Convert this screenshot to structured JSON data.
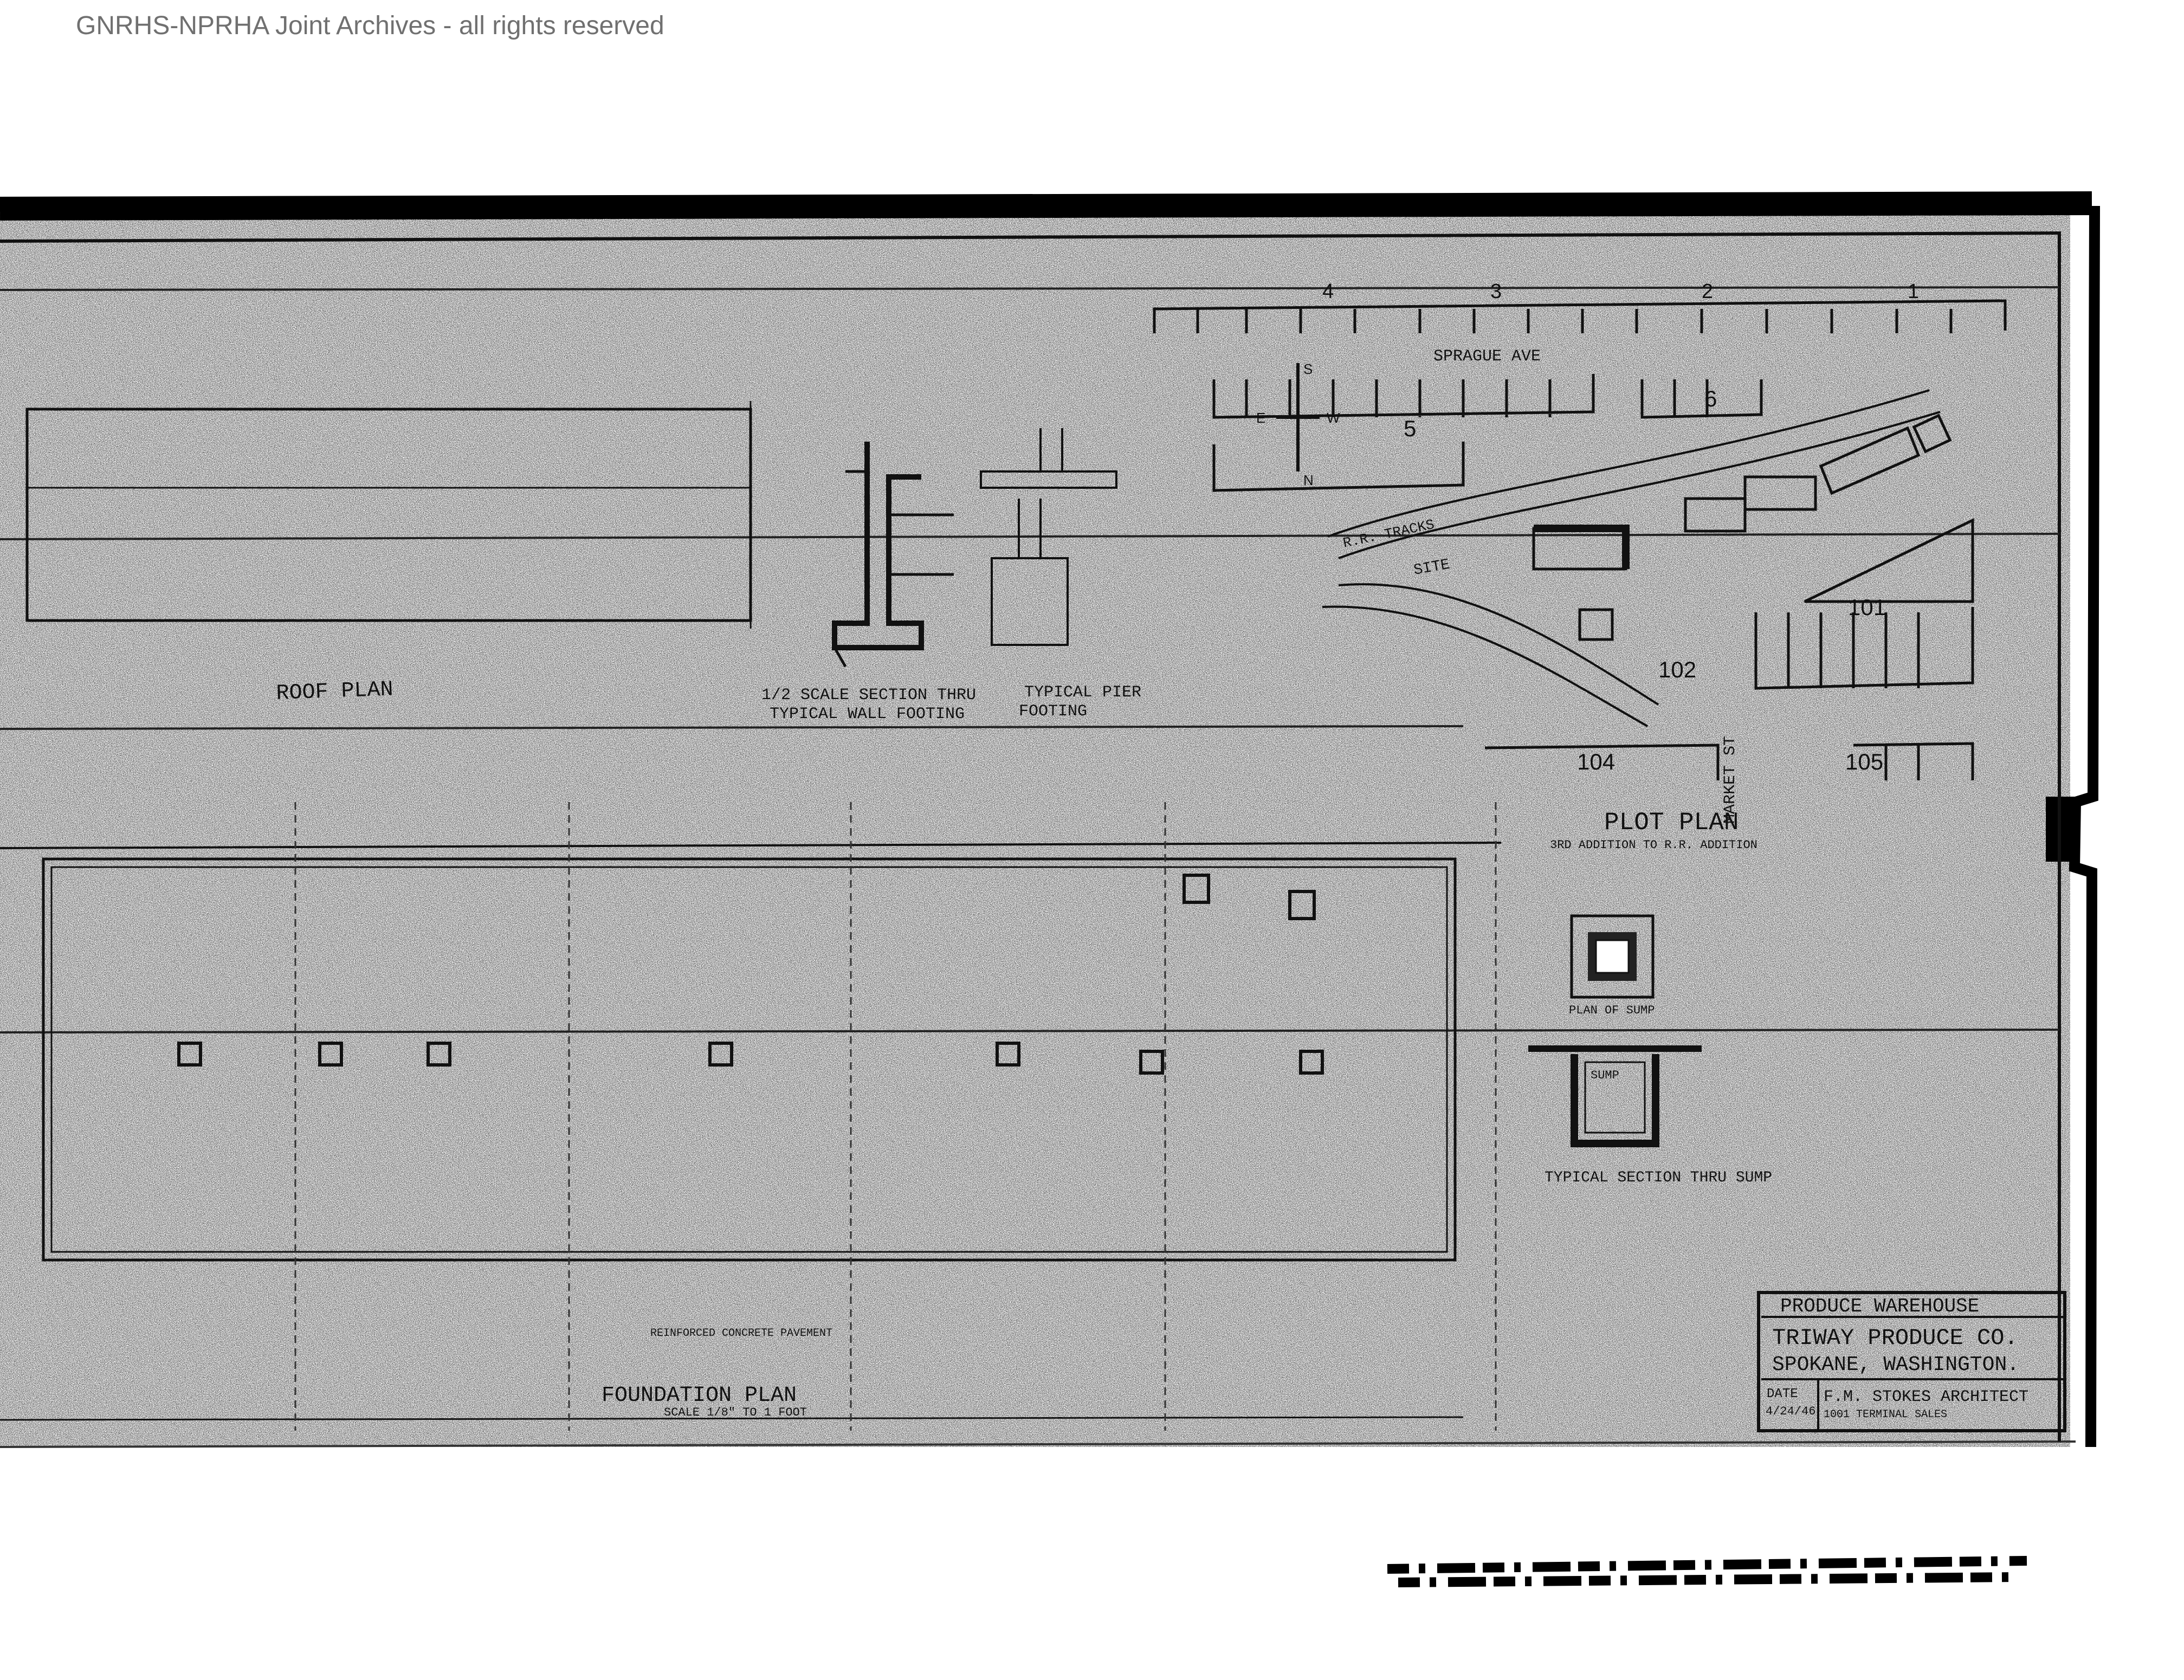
{
  "watermark": "GNRHS-NPRHA Joint Archives - all rights reserved",
  "roof_plan": {
    "title": "ROOF PLAN"
  },
  "sections": {
    "line1_left": "1/2 SCALE SECTION THRU",
    "line1_right": "TYPICAL PIER",
    "line2_left": "TYPICAL WALL FOOTING",
    "line2_right": "FOOTING"
  },
  "plot_plan": {
    "title": "PLOT PLAN",
    "subtitle": "3RD ADDITION TO R.R. ADDITION",
    "street_top": "SPRAGUE AVE",
    "street_side": "MARKET ST",
    "site_label": "SITE",
    "tracks_label": "R.R. TRACKS",
    "compass": {
      "north": "N",
      "south": "S",
      "east": "E",
      "west": "W"
    },
    "block_numbers": [
      "4",
      "3",
      "2",
      "1",
      "5",
      "6",
      "101",
      "102",
      "104",
      "105"
    ]
  },
  "sump": {
    "plan_label": "PLAN OF SUMP",
    "section_label": "TYPICAL SECTION THRU SUMP",
    "sump_label": "SUMP"
  },
  "foundation_plan": {
    "title": "FOUNDATION PLAN",
    "scale": "SCALE 1/8\" TO 1 FOOT",
    "pavement_note": "REINFORCED CONCRETE PAVEMENT"
  },
  "title_block": {
    "title": "PRODUCE WAREHOUSE",
    "client": "TRIWAY PRODUCE CO.",
    "location": "SPOKANE, WASHINGTON.",
    "date_label": "DATE",
    "date_value": "4/24/46",
    "architect": "F.M. STOKES ARCHITECT",
    "architect_address": "1001 TERMINAL SALES"
  }
}
